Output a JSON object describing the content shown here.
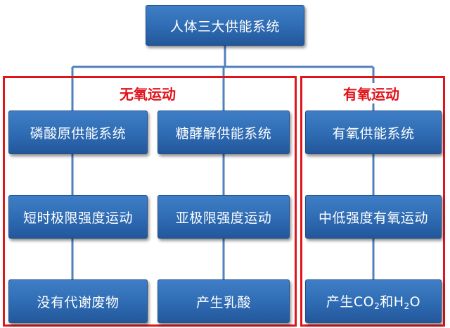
{
  "root": {
    "label": "人体三大供能系统"
  },
  "groups": {
    "anaerobic": {
      "title": "无氧运动"
    },
    "aerobic": {
      "title": "有氧运动"
    }
  },
  "columns": {
    "phosphagen": {
      "system": "磷酸原供能系统",
      "intensity": "短时极限强度运动",
      "product": "没有代谢废物"
    },
    "glycolysis": {
      "system": "糖酵解供能系统",
      "intensity": "亚极限强度运动",
      "product": "产生乳酸"
    },
    "oxidative": {
      "system": "有氧供能系统",
      "intensity": "中低强度有氧运动",
      "product_prefix": "产生CO",
      "product_sub1": "2",
      "product_mid": "和H",
      "product_sub2": "2",
      "product_suffix": "O"
    }
  },
  "colors": {
    "box_fill": "#2e6bb3",
    "connector": "#4f81bd",
    "group_border": "#e0141b",
    "group_title": "#e0141b"
  }
}
